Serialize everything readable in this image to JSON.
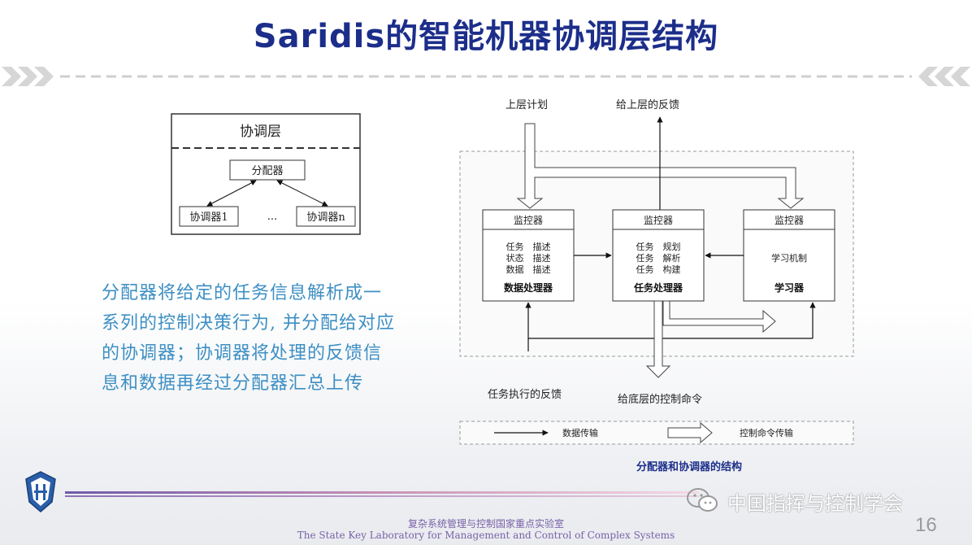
{
  "title": "Saridis的智能机器协调层结构",
  "left_diagram": {
    "layer_label": "协调层",
    "dispatcher": "分配器",
    "coordinator_1": "协调器1",
    "ellipsis": "...",
    "coordinator_n": "协调器n"
  },
  "description": {
    "lines": [
      "分配器将给定的任务信息解析成一",
      "系列的控制决策行为, 并分配给对应",
      "的协调器；协调器将处理的反馈信",
      "息和数据再经过分配器汇总上传"
    ]
  },
  "right_diagram": {
    "upper_plan": "上层计划",
    "upper_feedback": "给上层的反馈",
    "exec_feedback": "任务执行的反馈",
    "lower_command": "给底层的控制命令",
    "data_box": {
      "monitor": "监控器",
      "lines": [
        "任务　描述",
        "状态　描述",
        "数据　描述"
      ],
      "name": "数据处理器"
    },
    "task_box": {
      "monitor": "监控器",
      "lines": [
        "任务　规划",
        "任务　解析",
        "任务　构建"
      ],
      "name": "任务处理器"
    },
    "learn_box": {
      "monitor": "监控器",
      "lines": [
        "学习机制"
      ],
      "name": "学习器"
    },
    "legend_data": "数据传输",
    "legend_control": "控制命令传输",
    "caption": "分配器和协调器的结构"
  },
  "footer": {
    "cn": "复杂系统管理与控制国家重点实验室",
    "en": "The State Key Laboratory for Management and Control of Complex Systems",
    "wechat": "中国指挥与控制学会",
    "page": "16"
  }
}
